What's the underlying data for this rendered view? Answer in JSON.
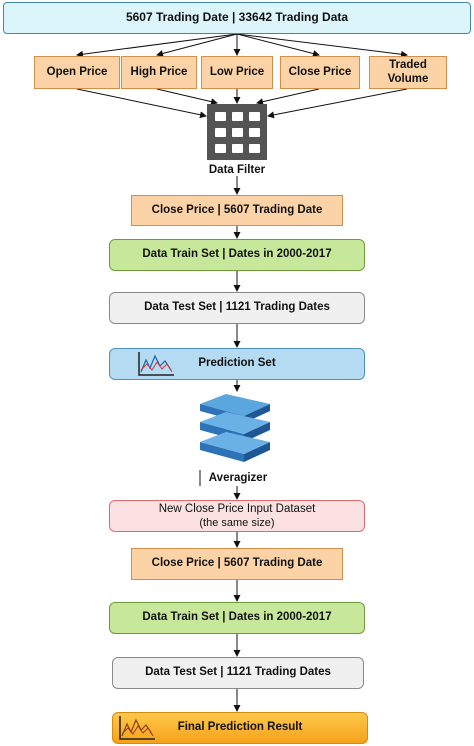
{
  "top": {
    "text": "5607 Trading Date | 33642 Trading Data"
  },
  "features": [
    {
      "label": "Open Price"
    },
    {
      "label": "High Price"
    },
    {
      "label": "Low Price"
    },
    {
      "label": "Close Price"
    },
    {
      "label": "Traded Volume"
    }
  ],
  "filter": {
    "icon": "grid-filter-icon",
    "label": "Data Filter"
  },
  "stage1": {
    "close": "Close Price | 5607 Trading Date",
    "train": "Data Train Set | Dates in 2000-2017",
    "test": "Data Test Set | 1121 Trading Dates",
    "prediction": "Prediction Set"
  },
  "averagizer": {
    "icon": "stacked-layers-icon",
    "label": "Averagizer"
  },
  "new_input": {
    "line1": "New Close Price Input Dataset",
    "line2": "(the same size)"
  },
  "stage2": {
    "close": "Close Price | 5607 Trading Date",
    "train": "Data Train Set | Dates in 2000-2017",
    "test": "Data Test Set | 1121 Trading Dates",
    "final": "Final Prediction Result"
  },
  "colors": {
    "top": "#dbf5fb",
    "feature": "#fbd3a7",
    "train": "#c7e89a",
    "test": "#f0f0f0",
    "prediction": "#b4dbf1",
    "new_input": "#fbe1e1",
    "final": "#f6a21b",
    "averagizer": "#2e73b8"
  }
}
